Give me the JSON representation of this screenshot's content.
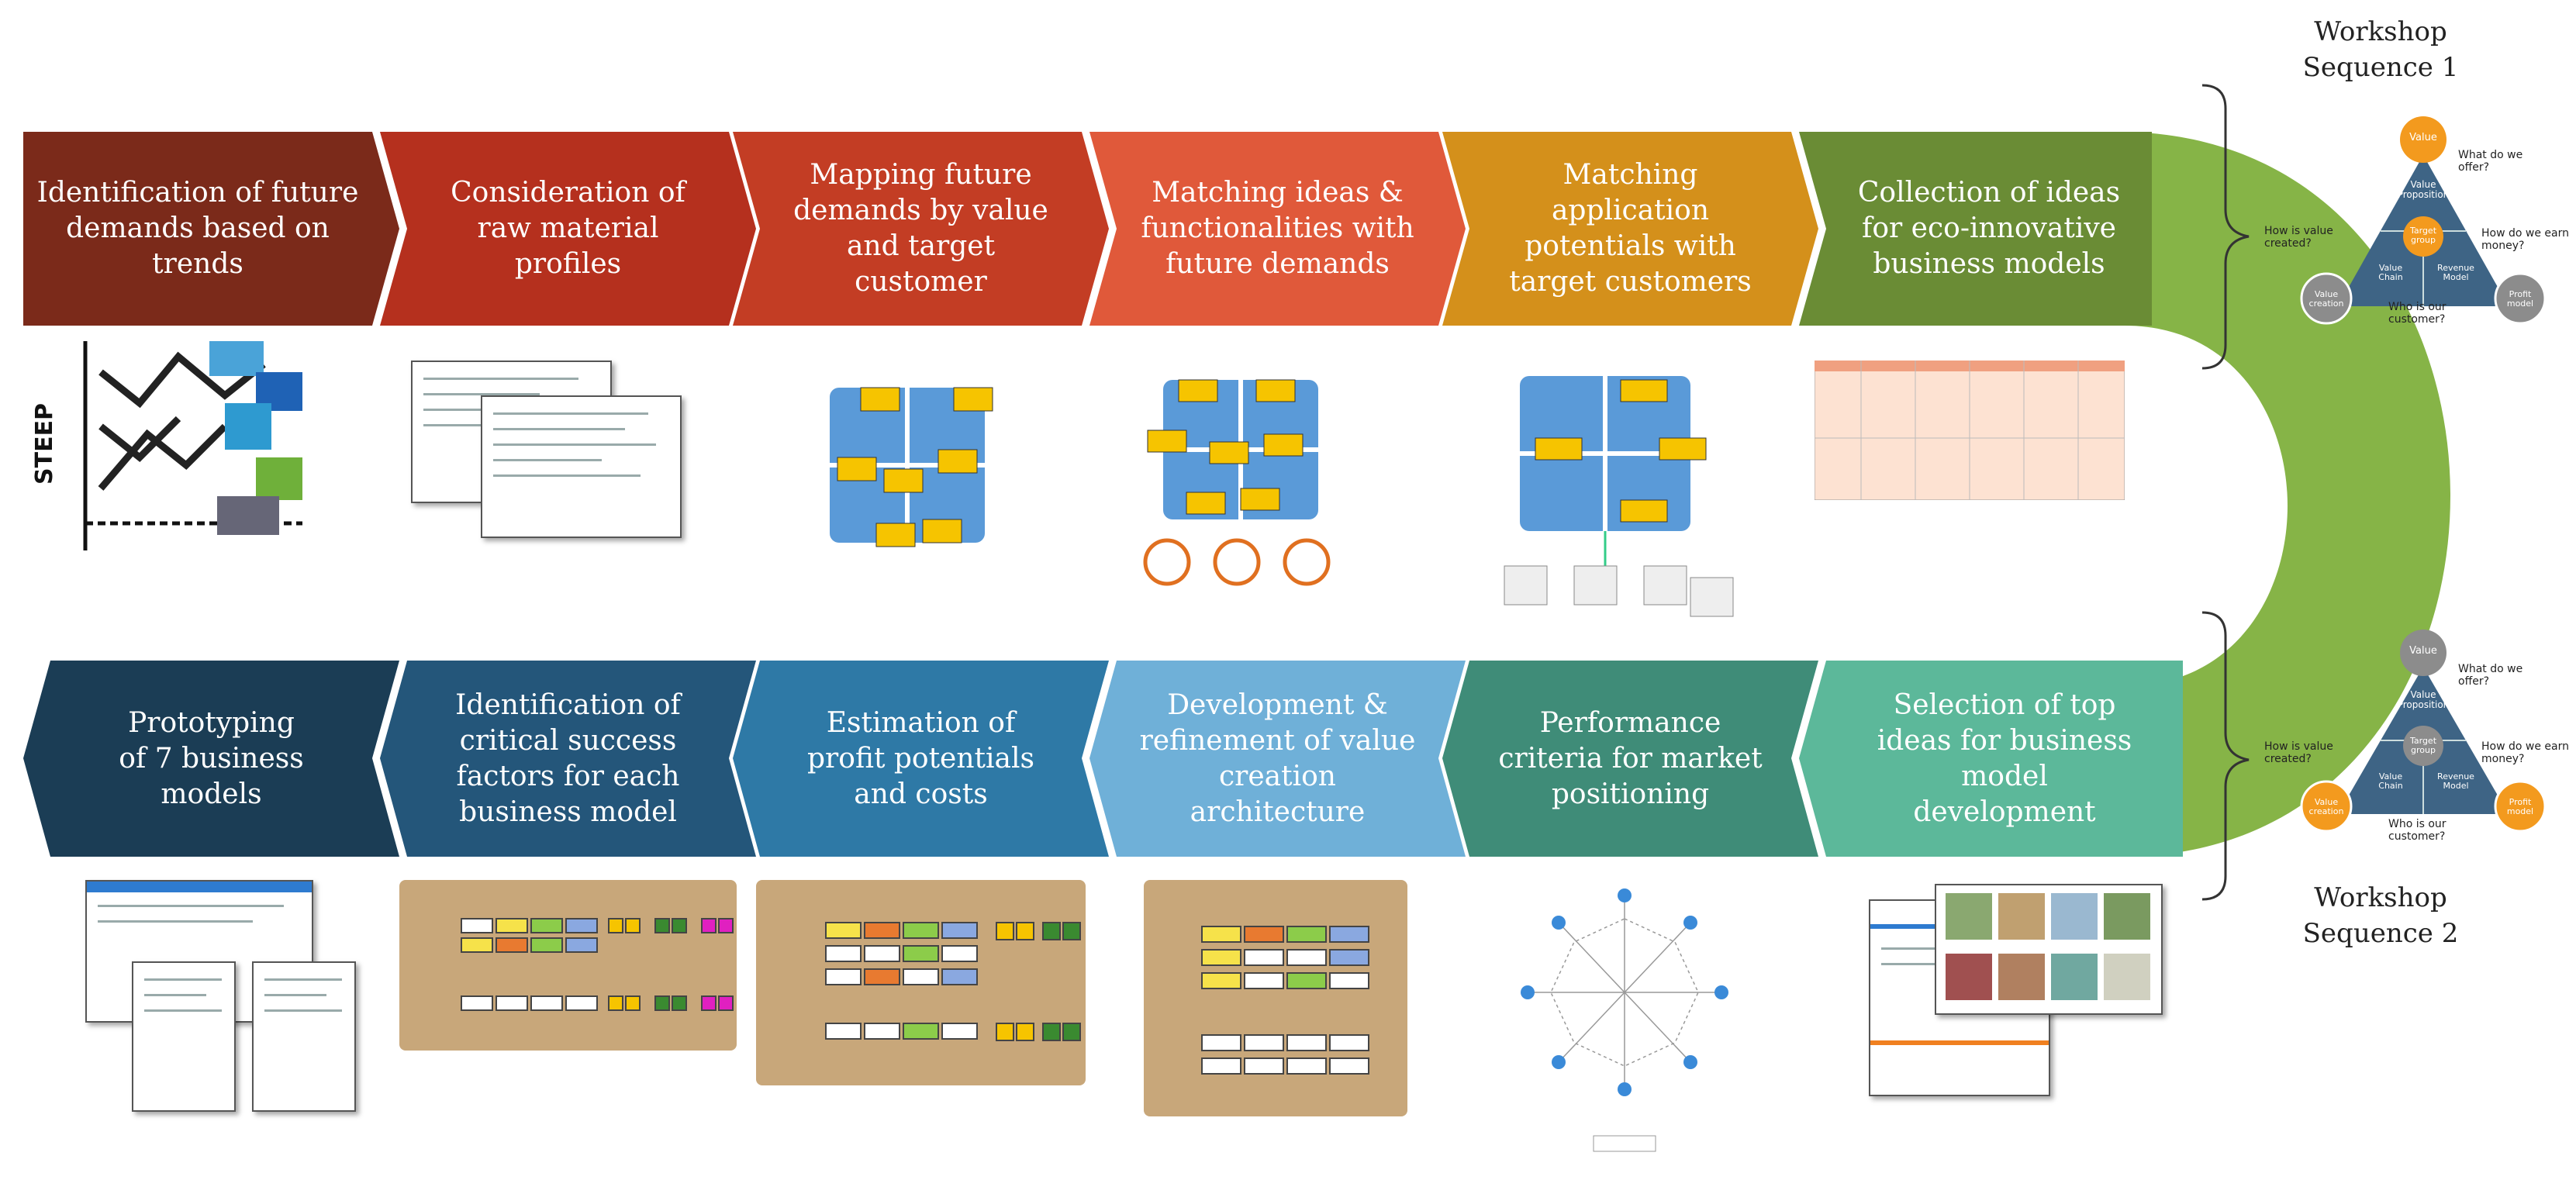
{
  "top_steps": [
    {
      "label": "Identification of future\ndemands based on\ntrends",
      "color": "#7b2a1a"
    },
    {
      "label": "Consideration of\nraw material\nprofiles",
      "color": "#b5301e"
    },
    {
      "label": "Mapping future\ndemands by value\nand target\ncustomer",
      "color": "#c33d24"
    },
    {
      "label": "Matching ideas &\nfunctionalities with\nfuture demands",
      "color": "#e0593a"
    },
    {
      "label": "Matching\napplication\npotentials with\ntarget customers",
      "color": "#d4901b"
    },
    {
      "label": "Collection of ideas\nfor eco-innovative\nbusiness models",
      "color": "#6a8c35"
    }
  ],
  "bottom_steps": [
    {
      "label": "Prototyping\nof 7 business\nmodels",
      "color": "#1b3d55"
    },
    {
      "label": "Identification of\ncritical success\nfactors for each\nbusiness model",
      "color": "#24567a"
    },
    {
      "label": "Estimation of\nprofit potentials\nand costs",
      "color": "#2e79a6"
    },
    {
      "label": "Development &\nrefinement of value\ncreation\narchitecture",
      "color": "#6fb0d8"
    },
    {
      "label": "Performance\ncriteria for market\npositioning",
      "color": "#3f8c78"
    },
    {
      "label": "Selection of top\nideas for business\nmodel\ndevelopment",
      "color": "#5cb89a"
    }
  ],
  "workshops": {
    "sequence1": "Workshop\nSequence 1",
    "sequence2": "Workshop\nSequence 2"
  },
  "steep_label": "STEEP",
  "triangle": {
    "top_node": "Value",
    "inner_top": "Value\nProposition",
    "center": "Target\ngroup",
    "inner_left": "Value\nChain",
    "inner_right": "Revenue\nModel",
    "left_node": "Value\ncreation",
    "right_node": "Profit\nmodel",
    "q_what": "What do we\noffer?",
    "q_how_value": "How is value\ncreated?",
    "q_how_money": "How do we earn\nmoney?",
    "q_who": "Who is our\ncustomer?"
  },
  "colors": {
    "arc_green": "#86b447",
    "orange_node": "#f39a1e",
    "grey_node": "#8c8c8c",
    "triangle_blue": "#3e6485"
  }
}
